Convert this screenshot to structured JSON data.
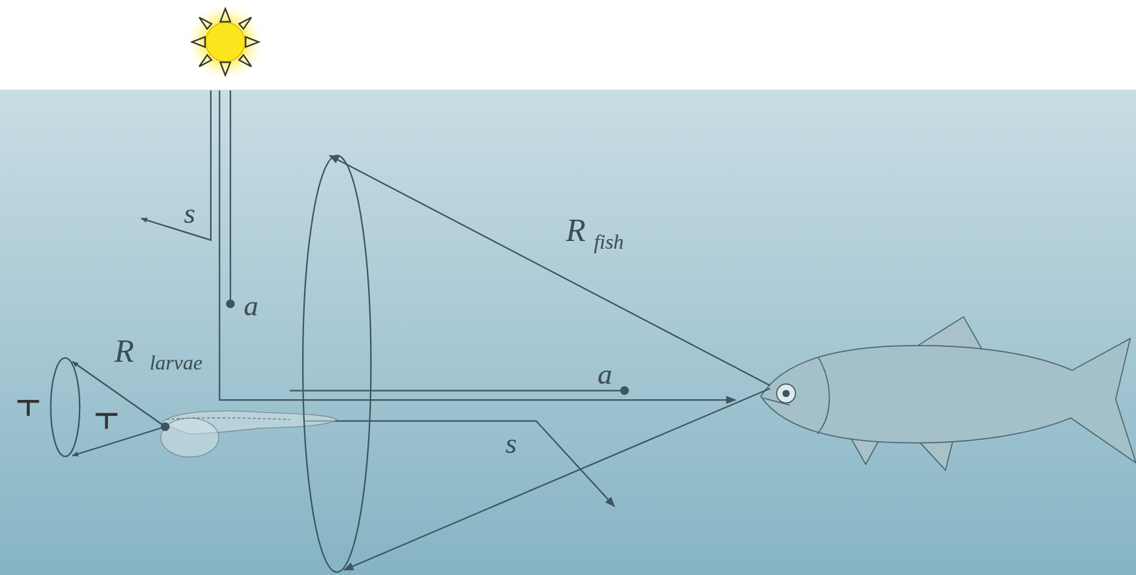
{
  "diagram": {
    "labels": [
      "s",
      "a",
      "R",
      "fish",
      "R",
      "larvae",
      "a",
      "s"
    ]
  }
}
